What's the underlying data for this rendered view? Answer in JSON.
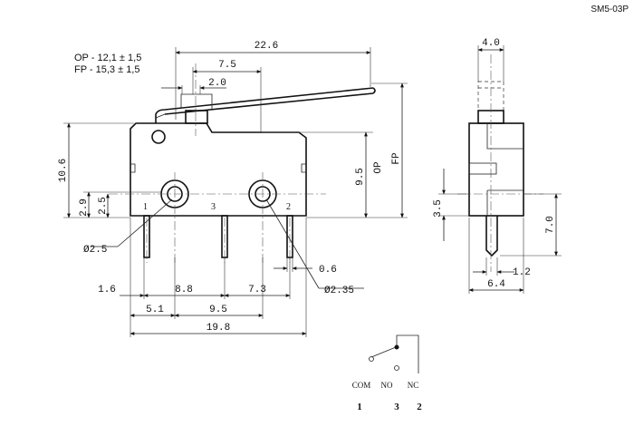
{
  "model": "SM5-03P",
  "specs": {
    "op": "OP - 12,1 ± 1,5",
    "fp": "FP - 15,3 ± 1,5"
  },
  "dimensions": {
    "overall_length": "22.6",
    "lever_offset": "7.5",
    "actuator_offset": "2.0",
    "body_height": "10.6",
    "op_height": "9.5",
    "op_label": "OP",
    "fp_label": "FP",
    "hole_height_a": "2.9",
    "hole_height_b": "2.5",
    "hole_dia_left": "Ø2.5",
    "hole_dia_right": "Ø2.35",
    "pin_gap": "0.6",
    "bottom_1_6": "1.6",
    "bottom_8_8": "8.8",
    "bottom_7_3": "7.3",
    "bottom_5_1": "5.1",
    "bottom_9_5": "9.5",
    "bottom_19_8": "19.8",
    "side_width": "4.0",
    "side_3_5": "3.5",
    "side_7_0": "7.0",
    "side_1_2": "1.2",
    "side_6_4": "6.4"
  },
  "pins": {
    "left": "1",
    "middle": "3",
    "right": "2"
  },
  "schematic": {
    "com": "COM",
    "no": "NO",
    "nc": "NC",
    "num_com": "1",
    "num_no": "3",
    "num_nc": "2"
  }
}
